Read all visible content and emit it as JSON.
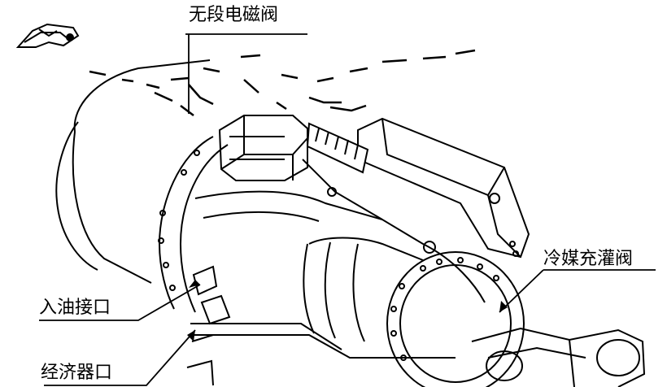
{
  "labels": {
    "solenoid_valve": "无段电磁阀",
    "oil_inlet": "入油接口",
    "refrigerant_charge_valve": "冷媒充灌阀",
    "economizer_port": "经济器口"
  },
  "colors": {
    "line": "#000000",
    "background": "#ffffff"
  }
}
